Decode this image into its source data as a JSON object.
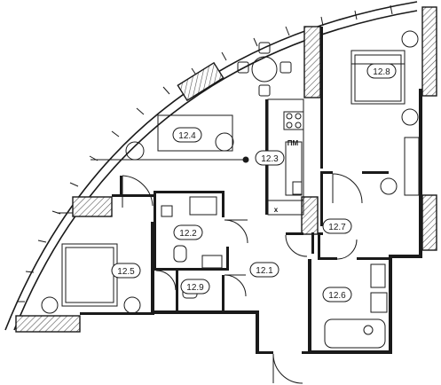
{
  "rooms": [
    {
      "id": "12.1",
      "label": "12.1"
    },
    {
      "id": "12.2",
      "label": "12.2"
    },
    {
      "id": "12.3",
      "label": "12.3"
    },
    {
      "id": "12.4",
      "label": "12.4"
    },
    {
      "id": "12.5",
      "label": "12.5"
    },
    {
      "id": "12.6",
      "label": "12.6"
    },
    {
      "id": "12.7",
      "label": "12.7"
    },
    {
      "id": "12.8",
      "label": "12.8"
    },
    {
      "id": "12.9",
      "label": "12.9"
    }
  ],
  "appliance_labels": {
    "dishwasher": "ПМ",
    "extra": "x"
  },
  "colors": {
    "wall": "#1a1a1a",
    "background": "#ffffff"
  }
}
